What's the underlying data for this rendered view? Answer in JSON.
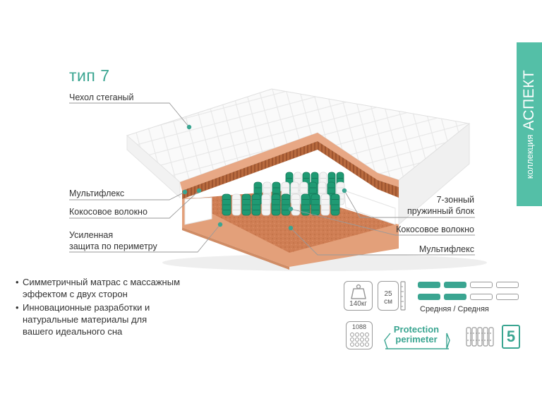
{
  "title": "тип 7",
  "collection": {
    "small": "коллекция",
    "big": "АСПЕКТ"
  },
  "labels": {
    "cover": "Чехол стеганый",
    "multiflex_left": "Мультифлекс",
    "coconut_left": "Кокосовое волокно",
    "reinforced_1": "Усиленная",
    "reinforced_2": "защита по периметру",
    "springs_1": "7-зонный",
    "springs_2": "пружинный блок",
    "coconut_right": "Кокосовое волокно",
    "multiflex_right": "Мультифлекс"
  },
  "bullets": [
    {
      "line1": "Симметричный матрас с массажным",
      "line2": "эффектом с двух сторон",
      "line3": ""
    },
    {
      "line1": "Инновационные разработки и",
      "line2": "натуральные материалы для",
      "line3": "вашего идеального сна"
    }
  ],
  "specs": {
    "weight": "140кг",
    "height_value": "25",
    "height_unit": "см",
    "springs_count": "1088",
    "firmness": "Средняя / Средняя",
    "firmness_levels": {
      "side_a": 2,
      "side_b": 2,
      "max": 4
    },
    "protection_1": "Protection",
    "protection_2": "perimeter",
    "zones": "5"
  },
  "colors": {
    "accent": "#3aa591",
    "tab": "#54bfa7",
    "foam": "#e3a07a",
    "coir": "#c9774d"
  }
}
